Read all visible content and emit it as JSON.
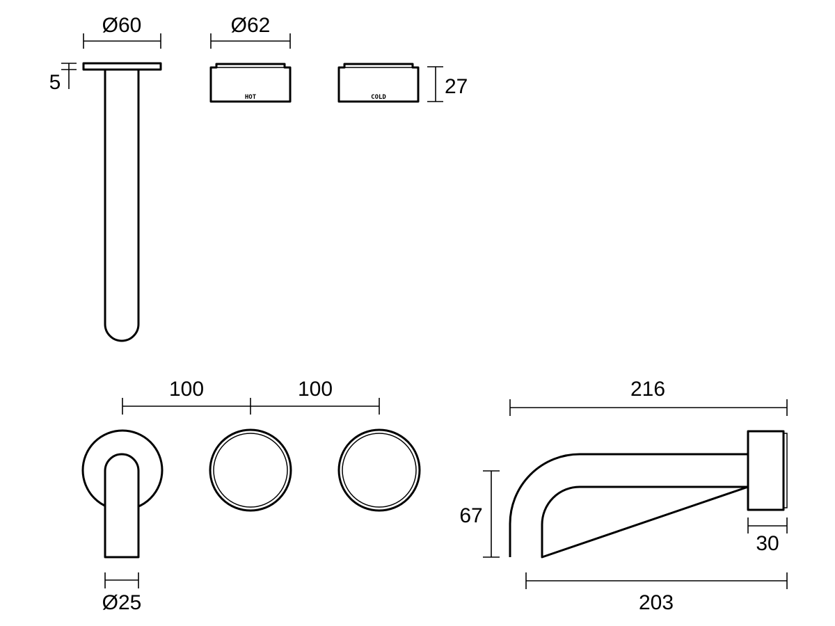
{
  "dimensions": {
    "spout_rose_diameter": "Ø60",
    "handle_diameter": "Ø62",
    "rose_thickness": "5",
    "handle_height": "27",
    "centre_left": "100",
    "centre_right": "100",
    "spout_diameter": "Ø25",
    "spout_total_length": "216",
    "spout_height": "67",
    "spout_rose_depth": "30",
    "spout_projection": "203"
  },
  "handle_labels": {
    "hot": "HOT",
    "cold": "COLD"
  },
  "colors": {
    "line": "#000000",
    "background": "#ffffff"
  }
}
